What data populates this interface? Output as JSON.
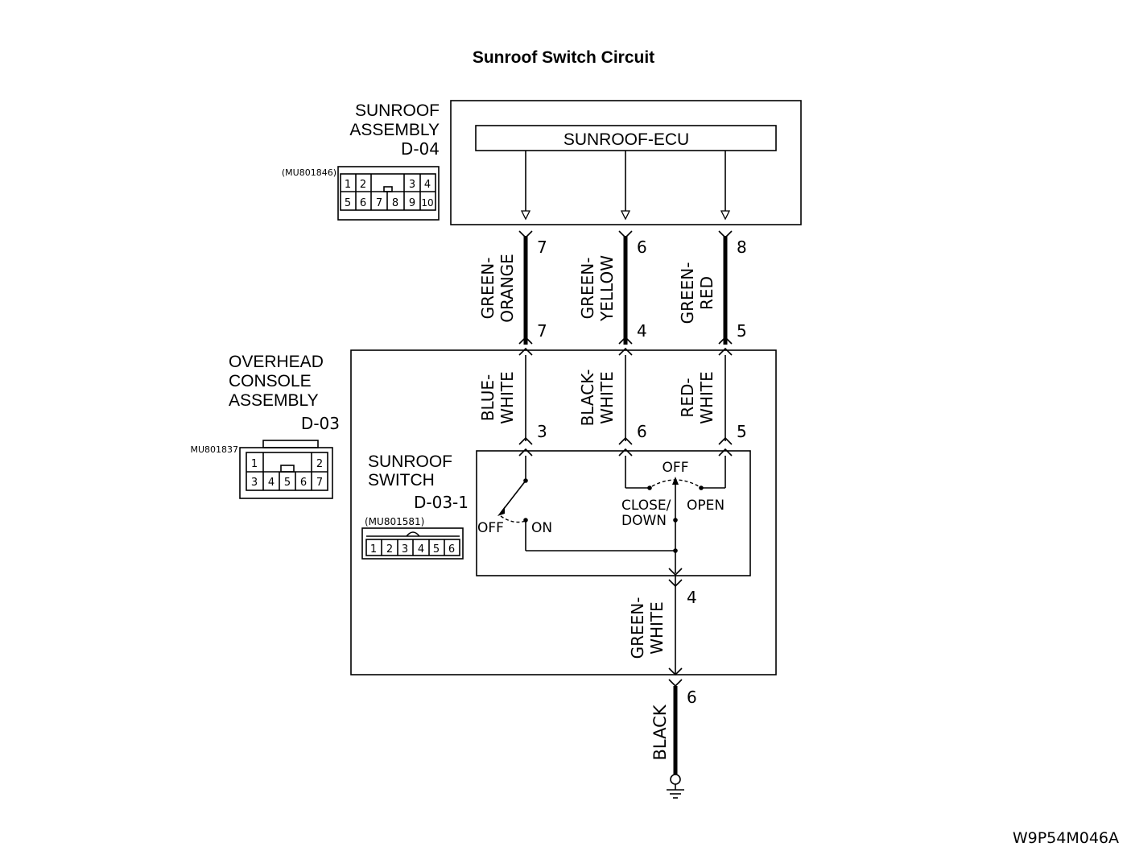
{
  "title": "Sunroof Switch Circuit",
  "figure_code": "W9P54M046A",
  "sunroof_assembly": {
    "name_lines": [
      "SUNROOF",
      "ASSEMBLY"
    ],
    "connector": "D-04",
    "part_no": "(MU801846)",
    "ecu_label": "SUNROOF-ECU",
    "pins": [
      "1",
      "2",
      "3",
      "4",
      "5",
      "6",
      "7",
      "8",
      "9",
      "10"
    ]
  },
  "overhead_console": {
    "name_lines": [
      "OVERHEAD",
      "CONSOLE",
      "ASSEMBLY"
    ],
    "connector": "D-03",
    "part_no": "MU801837",
    "pins": [
      "1",
      "2",
      "3",
      "4",
      "5",
      "6",
      "7"
    ]
  },
  "sunroof_switch": {
    "name_lines": [
      "SUNROOF",
      "SWITCH"
    ],
    "connector": "D-03-1",
    "part_no": "(MU801581)",
    "pins": [
      "1",
      "2",
      "3",
      "4",
      "5",
      "6"
    ],
    "tilt_labels": {
      "off": "OFF",
      "on": "ON"
    },
    "slide_labels": {
      "off": "OFF",
      "close_down": [
        "CLOSE/",
        "DOWN"
      ],
      "open": "OPEN"
    }
  },
  "harness_wires": [
    {
      "color_lines": [
        "GREEN-",
        "ORANGE"
      ],
      "pin_ecu": "7",
      "pin_console": "7"
    },
    {
      "color_lines": [
        "GREEN-",
        "YELLOW"
      ],
      "pin_ecu": "6",
      "pin_console": "4"
    },
    {
      "color_lines": [
        "GREEN-",
        "RED"
      ],
      "pin_ecu": "8",
      "pin_console": "5"
    }
  ],
  "internal_wires": [
    {
      "color_lines": [
        "BLUE-",
        "WHITE"
      ],
      "pin_switch": "3"
    },
    {
      "color_lines": [
        "BLACK-",
        "WHITE"
      ],
      "pin_switch": "6"
    },
    {
      "color_lines": [
        "RED-",
        "WHITE"
      ],
      "pin_switch": "5"
    }
  ],
  "switch_output": {
    "color_lines": [
      "GREEN-",
      "WHITE"
    ],
    "pin": "4"
  },
  "ground": {
    "color": "BLACK",
    "pin": "6"
  }
}
